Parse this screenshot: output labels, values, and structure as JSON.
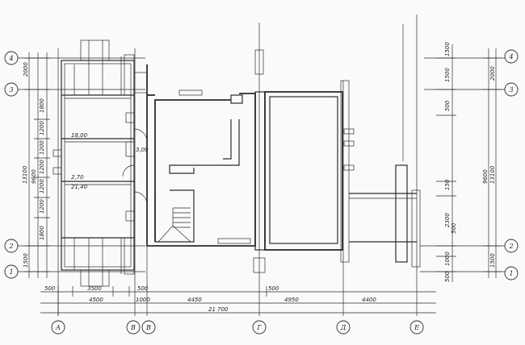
{
  "grid": {
    "rows_left": [
      "4",
      "3",
      "2",
      "1"
    ],
    "rows_right": [
      "4",
      "3",
      "2",
      "1"
    ],
    "cols": [
      "A",
      "B",
      "B",
      "Г",
      "Д",
      "Е"
    ]
  },
  "dims": {
    "left_vertical": [
      "2000",
      "1800",
      "1200",
      "1200",
      "1200",
      "1200",
      "1200",
      "1800",
      "1500"
    ],
    "left_total": "13100",
    "left_total_b": "9600",
    "right_vertical": [
      "1500",
      "1500",
      "500",
      "2000",
      "150",
      "2300",
      "500",
      "1000",
      "1500",
      "500"
    ],
    "right_total": "9600",
    "right_total_b": "13100",
    "interior": [
      "18,00",
      "3,00",
      "2,70",
      "21,40"
    ],
    "bottom_row1": [
      "500",
      "3500",
      "500",
      "500"
    ],
    "bottom_row2": [
      "4500",
      "1000",
      "4450",
      "4950",
      "4400"
    ],
    "bottom_total": "21 700"
  }
}
